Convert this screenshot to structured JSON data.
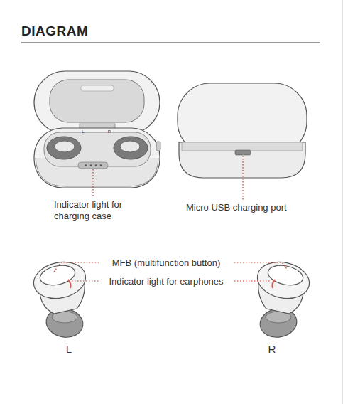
{
  "diagram": {
    "title": "DIAGRAM",
    "labels": [
      "L",
      "R",
      "Indicator light for charging case",
      "Micro USB charging port",
      "MFB (multifunction button)",
      "Indicator light for earphones",
      "L",
      "R"
    ]
  }
}
